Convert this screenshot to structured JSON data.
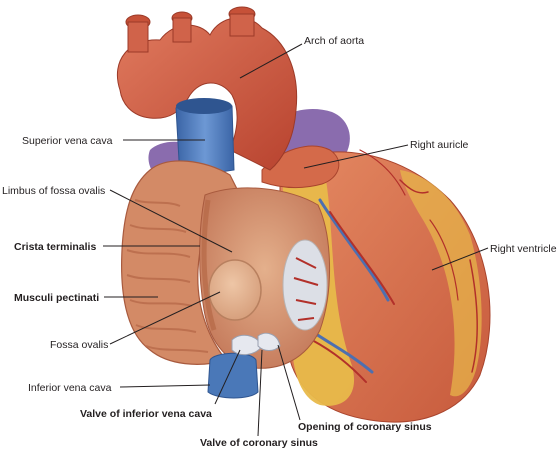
{
  "labels": {
    "arch_of_aorta": "Arch of aorta",
    "superior_vena_cava": "Superior vena cava",
    "right_auricle": "Right auricle",
    "limbus_of_fossa_ovalis": "Limbus of fossa ovalis",
    "crista_terminalis": "Crista terminalis",
    "right_ventricle": "Right ventricle",
    "musculi_pectinati": "Musculi pectinati",
    "fossa_ovalis": "Fossa ovalis",
    "inferior_vena_cava": "Inferior vena cava",
    "valve_of_inferior_vena_cava": "Valve of inferior vena cava",
    "opening_of_coronary_sinus": "Opening of coronary sinus",
    "valve_of_coronary_sinus": "Valve of coronary sinus"
  },
  "colors": {
    "aorta": "#c9503a",
    "vena_cava": "#4a78b8",
    "pulmonary": "#8a6cae",
    "myocardium": "#d9714f",
    "fat": "#e8b94a",
    "atrium_wall": "#d38a66",
    "atrium_inner": "#d9a07a",
    "vessel_red": "#b2302a",
    "vessel_blue": "#4d6fb0"
  }
}
